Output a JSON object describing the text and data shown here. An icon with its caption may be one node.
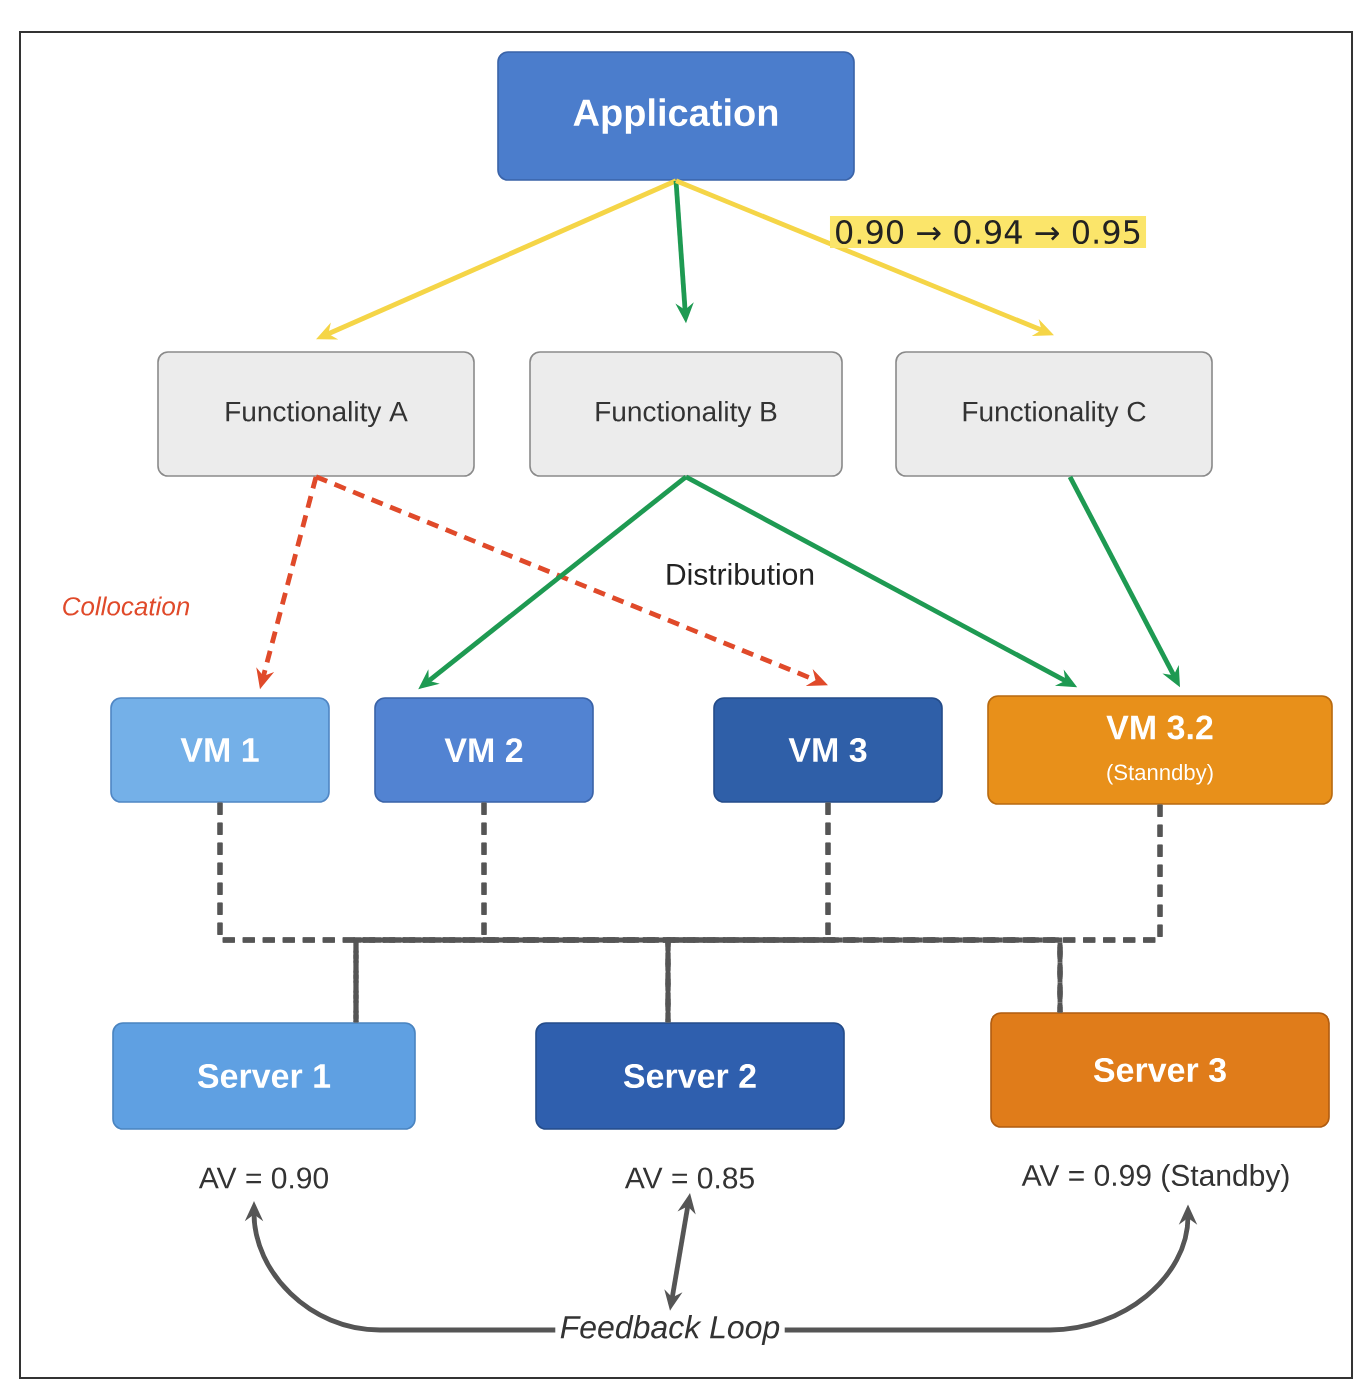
{
  "diagram": {
    "nodes": [
      {
        "text": [
          "Application"
        ]
      },
      {
        "text": [
          "Functionality A"
        ]
      },
      {
        "text": [
          "Functionality B"
        ]
      },
      {
        "text": [
          "Functionality C"
        ]
      },
      {
        "text": [
          "VM 1"
        ]
      },
      {
        "text": [
          "VM 2"
        ]
      },
      {
        "text": [
          "VM 3"
        ]
      },
      {
        "text": [
          "VM 3.2",
          "(Stanndby)"
        ]
      },
      {
        "text": [
          "Server 1"
        ]
      },
      {
        "text": [
          "Server 2"
        ]
      },
      {
        "text": [
          "Server 3"
        ]
      },
      {
        "text": [
          "AV = 0.90"
        ]
      },
      {
        "text": [
          "AV = 0.85"
        ]
      },
      {
        "text": [
          "AV = 0.99 (Standby)"
        ]
      },
      {
        "text": [
          "Feedback Loop"
        ]
      }
    ],
    "edges": [
      {
        "from": 0,
        "to": 1,
        "arrow": "to",
        "color": "#f5d547"
      },
      {
        "from": 0,
        "to": 2,
        "arrow": "to",
        "color": "#1e9a52"
      },
      {
        "from": 0,
        "to": 3,
        "arrow": "to",
        "color": "#f5d547"
      },
      {
        "from": 1,
        "to": 4,
        "arrow": "to",
        "style": "dashed",
        "color": "#e04a2a"
      },
      {
        "from": 1,
        "to": 6,
        "arrow": "to",
        "style": "dashed",
        "color": "#e04a2a"
      },
      {
        "from": 2,
        "to": 5,
        "arrow": "to",
        "color": "#1e9a52"
      },
      {
        "from": 2,
        "to": 7,
        "arrow": "to",
        "color": "#1e9a52"
      },
      {
        "from": 3,
        "to": 7,
        "arrow": "to",
        "color": "#1e9a52"
      },
      {
        "from": 4,
        "to": 8,
        "arrow": "none",
        "style": "dashed"
      },
      {
        "from": 4,
        "to": 9,
        "arrow": "none",
        "style": "dashed"
      },
      {
        "from": 4,
        "to": 10,
        "arrow": "none",
        "style": "dashed"
      },
      {
        "from": 5,
        "to": 8,
        "arrow": "none",
        "style": "dashed"
      },
      {
        "from": 5,
        "to": 9,
        "arrow": "none",
        "style": "dashed"
      },
      {
        "from": 5,
        "to": 10,
        "arrow": "none",
        "style": "dashed"
      },
      {
        "from": 6,
        "to": 8,
        "arrow": "none",
        "style": "dashed"
      },
      {
        "from": 6,
        "to": 9,
        "arrow": "none",
        "style": "dashed"
      },
      {
        "from": 6,
        "to": 10,
        "arrow": "none",
        "style": "dashed"
      },
      {
        "from": 7,
        "to": 8,
        "arrow": "none",
        "style": "dashed"
      },
      {
        "from": 7,
        "to": 9,
        "arrow": "none",
        "style": "dashed"
      },
      {
        "from": 7,
        "to": 10,
        "arrow": "none",
        "style": "dashed"
      },
      {
        "from": 14,
        "to": 11,
        "arrow": "to"
      },
      {
        "from": 14,
        "to": 12,
        "arrow": "both"
      },
      {
        "from": 14,
        "to": 13,
        "arrow": "to"
      }
    ],
    "labels": [
      "0.90 → 0.94 → 0.95",
      "Collocation",
      "Distribution"
    ]
  }
}
